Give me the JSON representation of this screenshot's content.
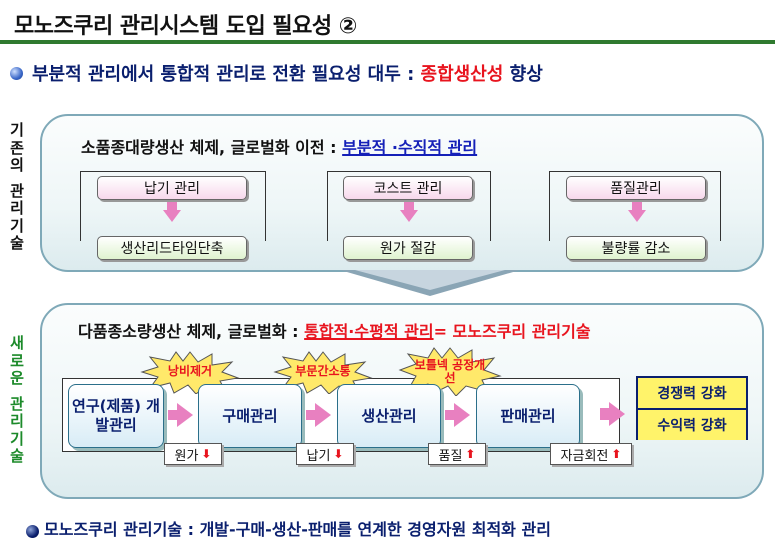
{
  "title": "모노즈쿠리 관리시스템 도입 필요성 ②",
  "subtitle": {
    "main": "부분적 관리에서 통합적 관리로 전환 필요성 대두 :",
    "highlight": "종합생산성",
    "tail": "향상"
  },
  "side_labels": {
    "old": [
      "기",
      "존",
      "의",
      "",
      "관",
      "리",
      "기",
      "술"
    ],
    "new": [
      "새",
      "로",
      "운",
      "",
      "관",
      "리",
      "기",
      "술"
    ]
  },
  "old_panel": {
    "heading": "소품종대량생산 체제, 글로벌화 이전 :",
    "heading_highlight": "부분적 ·수직적 관리",
    "items": [
      {
        "top": "납기 관리",
        "bottom": "생산리드타임단축"
      },
      {
        "top": "코스트 관리",
        "bottom": "원가 절감"
      },
      {
        "top": "품질관리",
        "bottom": "불량률 감소"
      }
    ]
  },
  "new_panel": {
    "heading": "다품종소량생산 체제, 글로벌화 :",
    "heading_highlight": "통합적·수평적 관리",
    "heading_eq": "= 모노즈쿠리 관리기술",
    "process": [
      "연구(제품) 개발관리",
      "구매관리",
      "생산관리",
      "판매관리"
    ],
    "bursts": [
      "낭비제거",
      "부문간소통",
      "보틀넥 공정개선"
    ],
    "tags": [
      {
        "label": "원가",
        "dir": "down"
      },
      {
        "label": "납기",
        "dir": "down"
      },
      {
        "label": "품질",
        "dir": "up"
      },
      {
        "label": "자금회전",
        "dir": "up"
      }
    ],
    "results": [
      "경쟁력 강화",
      "수익력 강화"
    ]
  },
  "footer": "모노즈쿠리 관리기술 : 개발-구매-생산-판매를 연계한 경영자원 최적화 관리",
  "colors": {
    "accent_green": "#2f7a2f",
    "navy": "#0a1f6e",
    "red": "#e8141e",
    "arrow_pink": "#e880c0",
    "result_yellow": "#fff36a"
  }
}
